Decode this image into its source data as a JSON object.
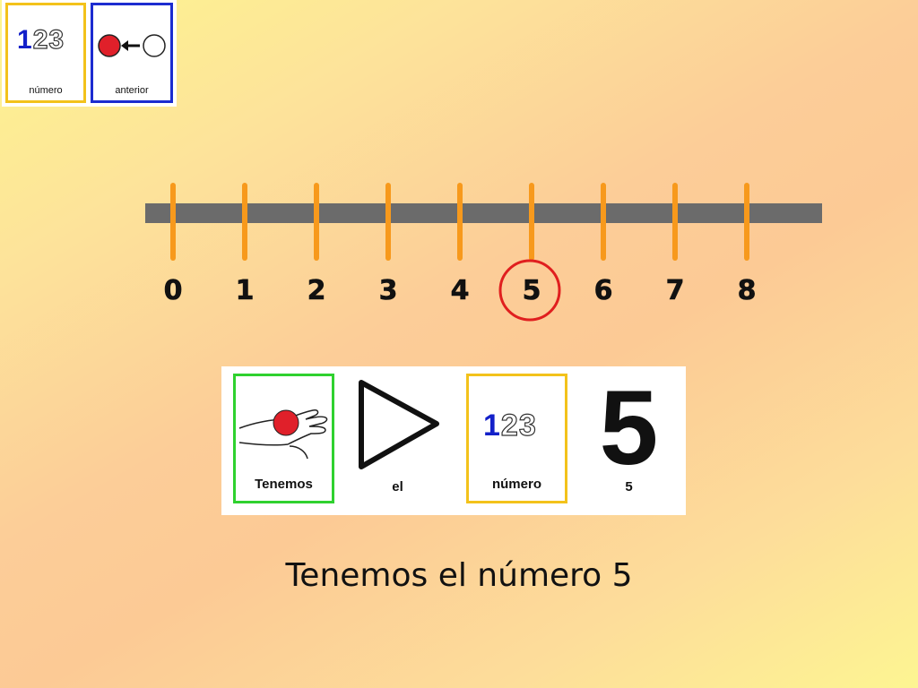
{
  "top_toolbar": {
    "numero_card": {
      "label": "número",
      "digits": [
        "1",
        "2",
        "3"
      ]
    },
    "anterior_card": {
      "label": "anterior"
    }
  },
  "number_line": {
    "ticks": [
      "0",
      "1",
      "2",
      "3",
      "4",
      "5",
      "6",
      "7",
      "8"
    ],
    "highlighted": "5",
    "colors": {
      "bar": "#6b6b6b",
      "tick": "#f7991c",
      "circle": "#e01f1f"
    }
  },
  "sentence": {
    "pictograms": [
      {
        "name": "tenemos",
        "label": "Tenemos"
      },
      {
        "name": "el",
        "label": "el"
      },
      {
        "name": "numero",
        "label": "número",
        "digits": [
          "1",
          "2",
          "3"
        ]
      },
      {
        "name": "five",
        "label": "5",
        "big": "5"
      }
    ]
  },
  "caption": "Tenemos el número 5"
}
